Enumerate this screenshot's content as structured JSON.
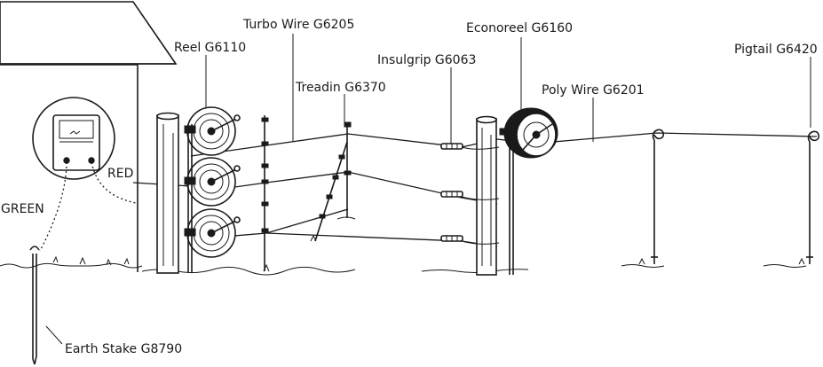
{
  "labels": {
    "turbo_wire": "Turbo Wire G6205",
    "reel": "Reel G6110",
    "treadin": "Treadin G6370",
    "econoreel": "Econoreel G6160",
    "insulgrip": "Insulgrip G6063",
    "poly_wire": "Poly Wire G6201",
    "pigtail": "Pigtail G6420",
    "red": "RED",
    "green": "GREEN",
    "earth_stake": "Earth Stake G8790"
  }
}
